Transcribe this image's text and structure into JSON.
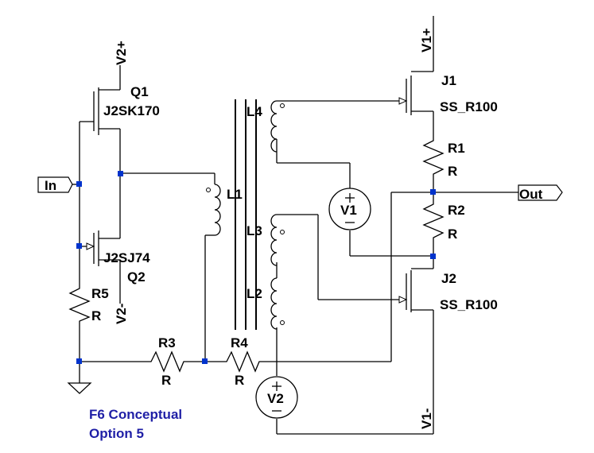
{
  "ports": {
    "in": "In",
    "out": "Out"
  },
  "rails": {
    "q1_drain": "V2+",
    "q2_drain": "V2-",
    "j1_drain": "V1+",
    "j2_drain": "V1-"
  },
  "transistors": {
    "q1": {
      "name": "Q1",
      "model": "J2SK170"
    },
    "q2": {
      "name": "Q2",
      "model": "J2SJ74"
    },
    "j1": {
      "name": "J1",
      "model": "SS_R100"
    },
    "j2": {
      "name": "J2",
      "model": "SS_R100"
    }
  },
  "inductors": {
    "l1": "L1",
    "l2": "L2",
    "l3": "L3",
    "l4": "L4"
  },
  "resistors": {
    "r1": {
      "name": "R1",
      "value": "R"
    },
    "r2": {
      "name": "R2",
      "value": "R"
    },
    "r3": {
      "name": "R3",
      "value": "R"
    },
    "r4": {
      "name": "R4",
      "value": "R"
    },
    "r5": {
      "name": "R5",
      "value": "R"
    }
  },
  "sources": {
    "v1": "V1",
    "v2": "V2"
  },
  "notes": {
    "line1": "F6 Conceptual",
    "line2": "Option 5"
  },
  "colors": {
    "junction": "#0033cc",
    "note_text": "#1f1fa6",
    "wire": "#000000"
  }
}
